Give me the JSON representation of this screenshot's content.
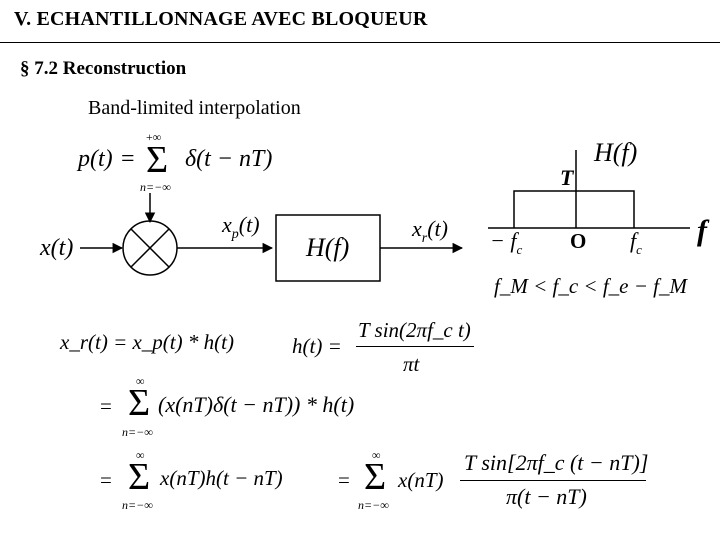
{
  "header": {
    "title": "V. ECHANTILLONNAGE AVEC BLOQUEUR",
    "section": "§ 7.2  Reconstruction",
    "subtitle": "Band-limited interpolation"
  },
  "diagram": {
    "impulse_train_lhs": "p(t)",
    "impulse_train_eq": "=",
    "sum_upper": "+∞",
    "sum_lower": "n=−∞",
    "sigma": "Σ",
    "impulse_train_rhs": "δ(t − nT)",
    "input_label": "x(t)",
    "sampled_label_main": "x",
    "sampled_label_sub": "p",
    "sampled_label_arg": "(t)",
    "filter_label": "H(f)",
    "output_label_main": "x",
    "output_label_sub": "r",
    "output_label_arg": "(t)"
  },
  "filter_response": {
    "title": "H(f)",
    "gain_label": "T",
    "cutoff_neg": "− f",
    "cutoff_neg_sub": "c",
    "origin_label": "O",
    "cutoff_pos": "f",
    "cutoff_pos_sub": "c",
    "axis_label": "f",
    "condition": "f_M < f_c < f_e − f_M"
  },
  "equations": {
    "xr_def": "x_r(t) = x_p(t) * h(t)",
    "h_lhs": "h(t) =",
    "h_num": "T sin(2πf_c t)",
    "h_den": "πt",
    "line2_eq": "=",
    "line2_term": "(x(nT)δ(t − nT)) * h(t)",
    "line3_eq": "=",
    "line3_term": "x(nT)h(t − nT)",
    "line3b_eq": "=",
    "line3b_term": "x(nT)",
    "big_frac_num": "T sin[2πf_c (t − nT)]",
    "big_frac_den": "π(t − nT)",
    "sum_upper": "∞",
    "sum_lower": "n=−∞"
  }
}
